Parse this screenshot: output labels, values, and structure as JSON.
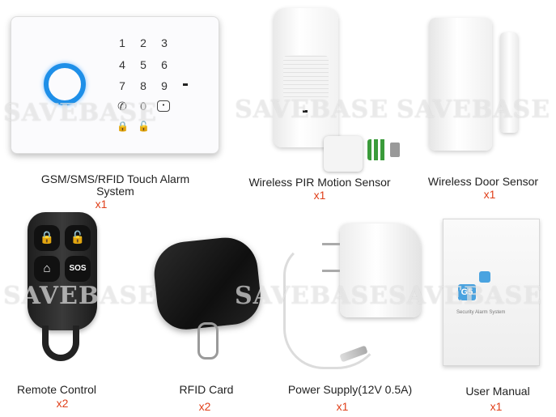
{
  "products": [
    {
      "caption": "GSM/SMS/RFID Touch Alarm System",
      "qty": "x1"
    },
    {
      "caption": "Wireless PIR Motion Sensor",
      "qty": "x1"
    },
    {
      "caption": "Wireless Door Sensor",
      "qty": "x1"
    },
    {
      "caption": "Remote Control",
      "qty": "x2"
    },
    {
      "caption": "RFID Card",
      "qty": "x2"
    },
    {
      "caption": "Power Supply(12V 0.5A)",
      "qty": "x1"
    },
    {
      "caption": "User Manual",
      "qty": "x1"
    }
  ],
  "keypad": [
    "1",
    "2",
    "3",
    "4",
    "5",
    "6",
    "7",
    "8",
    "9",
    "0"
  ],
  "remote": {
    "sos_label": "SOS"
  },
  "manual": {
    "logo": "G5",
    "subtitle": "Security Alarm System"
  },
  "watermark": {
    "text": "SAVEBASE"
  },
  "colors": {
    "qty": "#e0401a",
    "ring": "#1e8fe8"
  }
}
